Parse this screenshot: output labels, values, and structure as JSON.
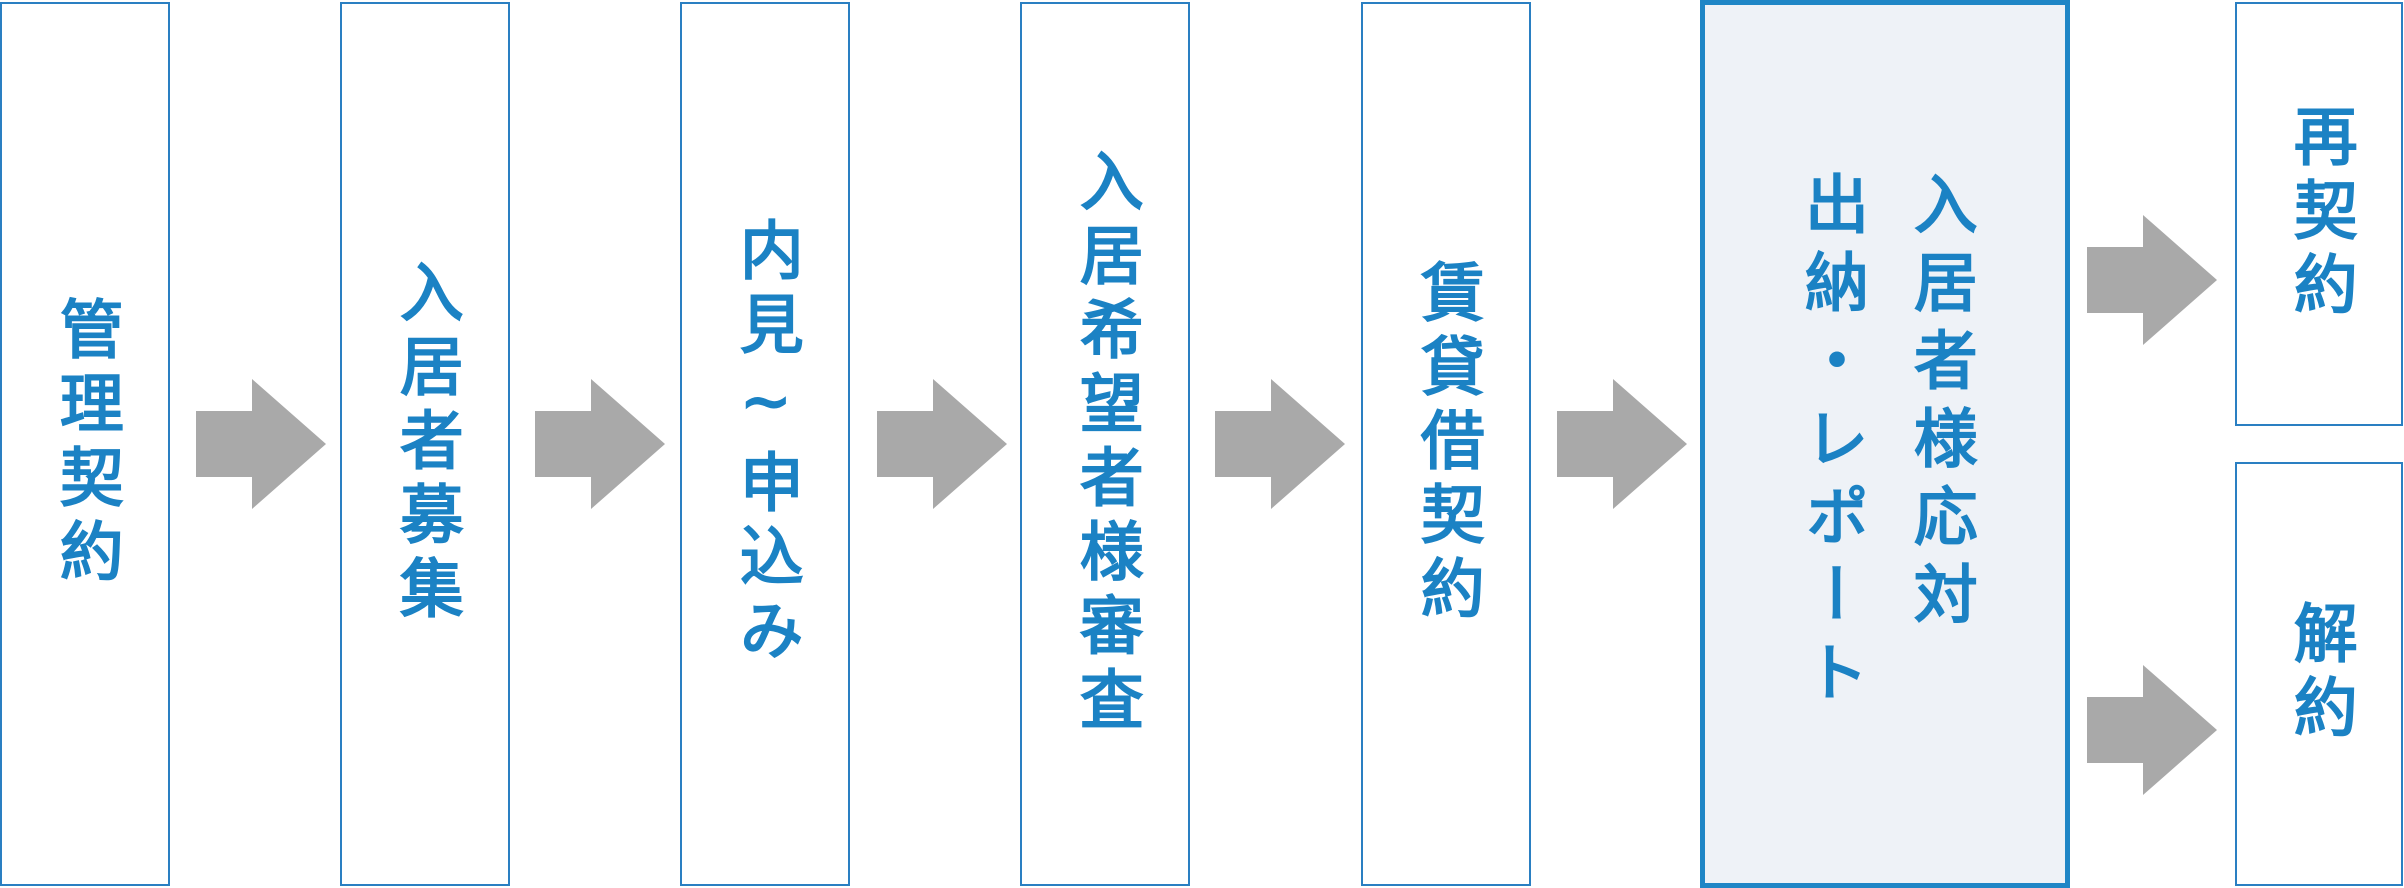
{
  "steps": [
    {
      "label": "管理契約"
    },
    {
      "label": "入居者募集"
    },
    {
      "label": "内見~申込み"
    },
    {
      "label": "入居希望者様審査"
    },
    {
      "label": "賃貸借契約"
    },
    {
      "label": "入居者様応対\n出納・レポート"
    },
    {
      "label": "再契約"
    },
    {
      "label": "解約"
    }
  ],
  "colors": {
    "border": "#2a7fc2",
    "text": "#1b82c4",
    "highlight_bg": "#eef2f7",
    "arrow": "#a9a9a9"
  }
}
